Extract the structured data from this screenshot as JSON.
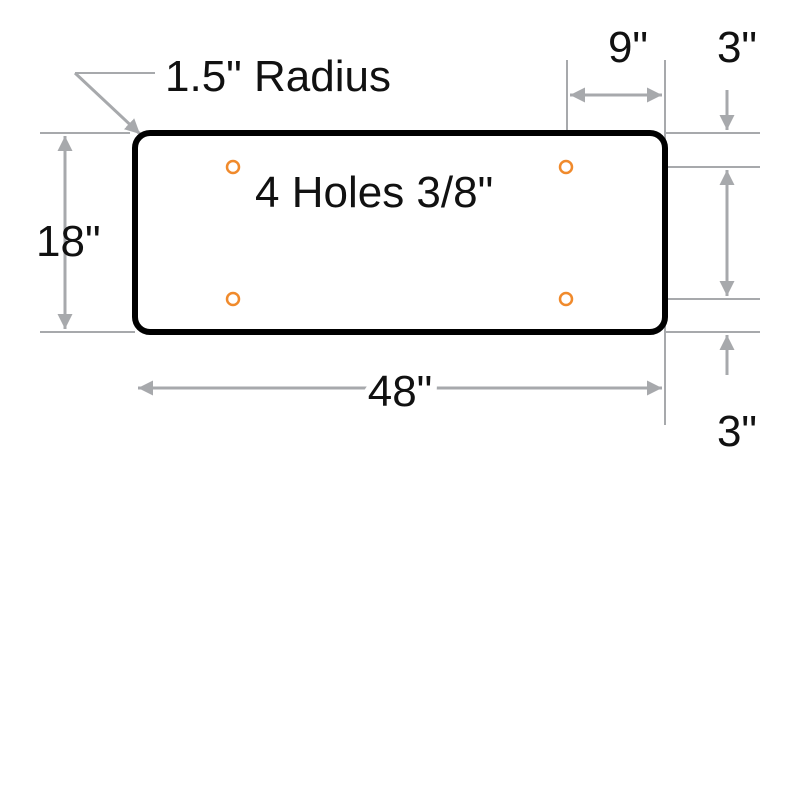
{
  "labels": {
    "radius": "1.5\" Radius",
    "holes": "4 Holes 3/8\"",
    "height": "18\"",
    "width": "48\"",
    "hole_inset_horizontal": "9\"",
    "hole_inset_top": "3\"",
    "hole_inset_bottom": "3\""
  },
  "colors": {
    "dimension": "#a7a9ac",
    "outline": "#000000",
    "hole": "#f08a2c"
  }
}
